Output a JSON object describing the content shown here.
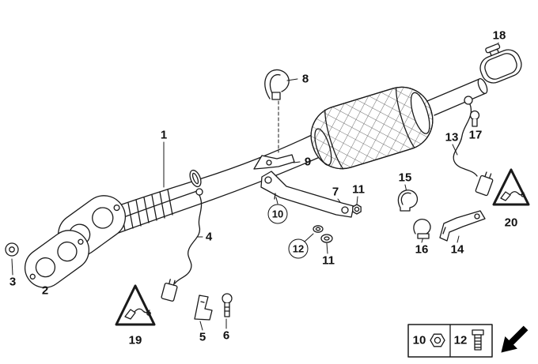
{
  "diagram": {
    "description": "Exhaust system exploded parts diagram: front pipe with catalytic converter, oxygen sensors, brackets, clamps and fasteners",
    "parts": [
      {
        "num": "1"
      },
      {
        "num": "2"
      },
      {
        "num": "3"
      },
      {
        "num": "4"
      },
      {
        "num": "5"
      },
      {
        "num": "6"
      },
      {
        "num": "7"
      },
      {
        "num": "8"
      },
      {
        "num": "9"
      },
      {
        "num": "10",
        "style": "circled"
      },
      {
        "num": "11"
      },
      {
        "num": "11"
      },
      {
        "num": "12",
        "style": "circled"
      },
      {
        "num": "13"
      },
      {
        "num": "14"
      },
      {
        "num": "15"
      },
      {
        "num": "16"
      },
      {
        "num": "17"
      },
      {
        "num": "18"
      },
      {
        "num": "19"
      },
      {
        "num": "20"
      }
    ],
    "symbols": [
      {
        "name": "warning-triangle-icon",
        "near_part": "19"
      },
      {
        "name": "warning-triangle-icon",
        "near_part": "20"
      }
    ],
    "line_color": "#1a1a1a"
  },
  "legend": {
    "items": [
      {
        "num": "10",
        "icon": "nut-icon"
      },
      {
        "num": "12",
        "icon": "bolt-icon"
      }
    ],
    "arrow_icon": "direction-arrow-icon"
  }
}
